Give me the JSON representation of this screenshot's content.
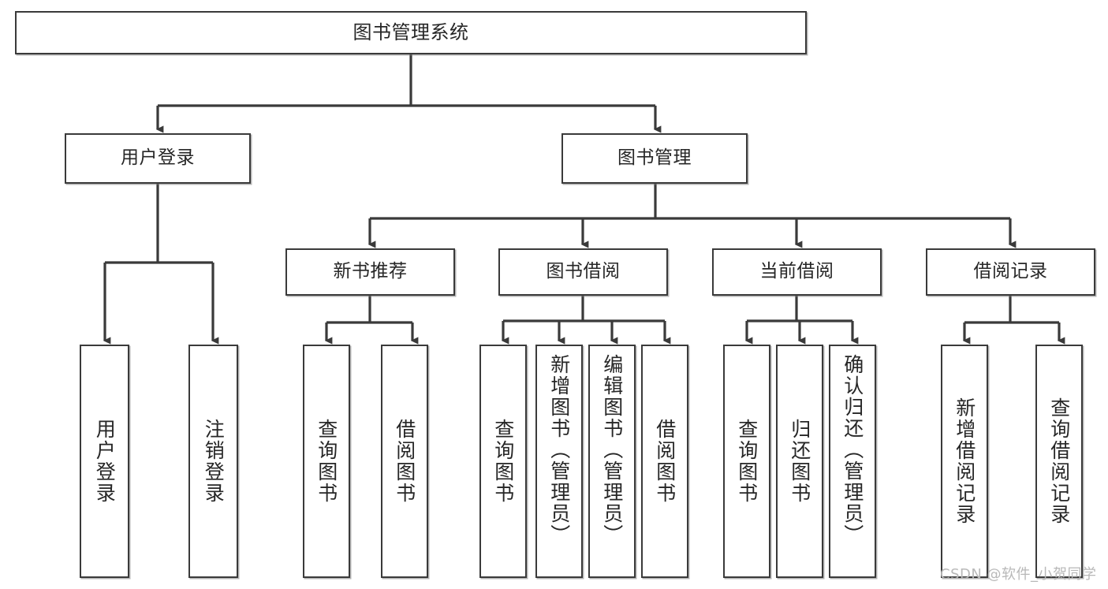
{
  "diagram": {
    "title": "图书管理系统",
    "type": "tree",
    "watermark": "CSDN @软件_小贺同学",
    "colors": {
      "box_border": "#3a3a3a",
      "box_fill": "#ffffff",
      "edge": "#3a3a3a",
      "text": "#262626",
      "watermark": "#b8b8b8",
      "background": "#ffffff"
    },
    "levels": {
      "root": "图书管理系统",
      "level2": [
        "用户登录",
        "图书管理"
      ],
      "level3": [
        "新书推荐",
        "图书借阅",
        "当前借阅",
        "借阅记录"
      ]
    },
    "nodes": {
      "root": {
        "label": "图书管理系统"
      },
      "user_login": {
        "label": "用户登录"
      },
      "book_manage": {
        "label": "图书管理"
      },
      "new_book_rec": {
        "label": "新书推荐"
      },
      "book_borrow": {
        "label": "图书借阅"
      },
      "current_borrow": {
        "label": "当前借阅"
      },
      "borrow_record": {
        "label": "借阅记录"
      }
    },
    "leaves": {
      "user_login": [
        {
          "label": "用户登录"
        },
        {
          "label": "注销登录"
        }
      ],
      "new_book_rec": [
        {
          "label": "查询图书"
        },
        {
          "label": "借阅图书"
        }
      ],
      "book_borrow": [
        {
          "label": "查询图书"
        },
        {
          "label": "新增图书（管理员）"
        },
        {
          "label": "编辑图书（管理员）"
        },
        {
          "label": "借阅图书"
        }
      ],
      "current_borrow": [
        {
          "label": "查询图书"
        },
        {
          "label": "归还图书"
        },
        {
          "label": "确认归还（管理员）"
        }
      ],
      "borrow_record": [
        {
          "label": "新增借阅记录"
        },
        {
          "label": "查询借阅记录"
        }
      ]
    }
  }
}
